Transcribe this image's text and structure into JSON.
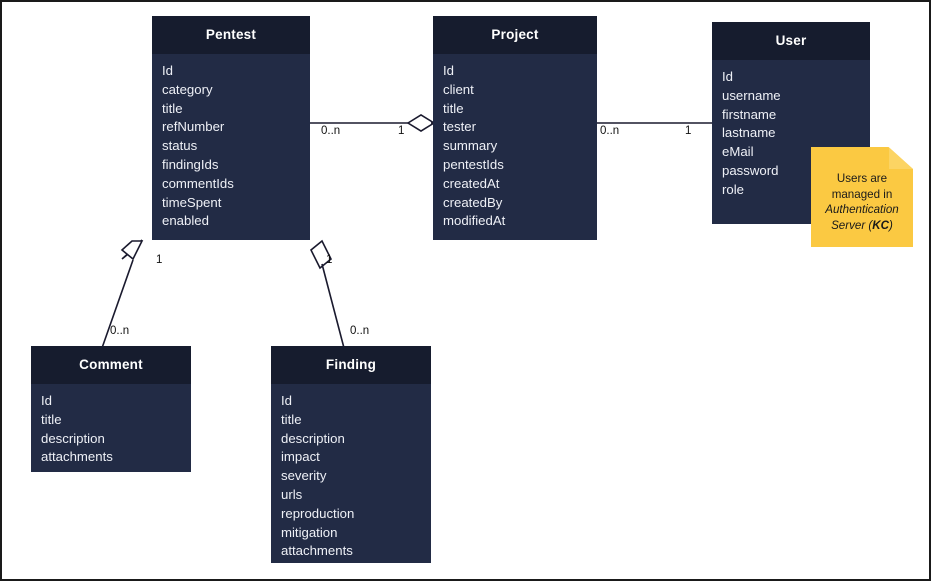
{
  "diagram": {
    "type": "uml-class-diagram",
    "background": "#ffffff",
    "border_color": "#1a1a1a",
    "class_header_color": "#161c2e",
    "class_body_color": "#222b45",
    "class_text_color": "#eef0f6",
    "note_color": "#fbc942",
    "edge_color": "#1a1a2e",
    "classes": [
      {
        "name": "Pentest",
        "attributes": [
          "Id",
          "category",
          "title",
          "refNumber",
          "status",
          "findingIds",
          "commentIds",
          "timeSpent",
          "enabled"
        ]
      },
      {
        "name": "Project",
        "attributes": [
          "Id",
          "client",
          "title",
          "tester",
          "summary",
          "pentestIds",
          "createdAt",
          "createdBy",
          "modifiedAt"
        ]
      },
      {
        "name": "User",
        "attributes": [
          "Id",
          "username",
          "firstname",
          "lastname",
          "eMail",
          "password",
          "role"
        ]
      },
      {
        "name": "Comment",
        "attributes": [
          "Id",
          "title",
          "description",
          "attachments"
        ]
      },
      {
        "name": "Finding",
        "attributes": [
          "Id",
          "title",
          "description",
          "impact",
          "severity",
          "urls",
          "reproduction",
          "mitigation",
          "attachments"
        ]
      }
    ],
    "relations": [
      {
        "id": "pentest-project",
        "from": "Pentest",
        "to": "Project",
        "kind": "aggregation",
        "from_multiplicity": "0..n",
        "to_multiplicity": "1"
      },
      {
        "id": "project-user",
        "from": "Project",
        "to": "User",
        "kind": "association",
        "from_multiplicity": "0..n",
        "to_multiplicity": "1"
      },
      {
        "id": "pentest-comment",
        "from": "Pentest",
        "to": "Comment",
        "kind": "aggregation",
        "from_multiplicity": "1",
        "to_multiplicity": "0..n"
      },
      {
        "id": "pentest-finding",
        "from": "Pentest",
        "to": "Finding",
        "kind": "aggregation",
        "from_multiplicity": "1",
        "to_multiplicity": "0..n"
      }
    ],
    "note": {
      "line1": "Users are",
      "line2": "managed in",
      "line3": "Authentication",
      "line4_prefix": "Server (",
      "line4_bold": "KC",
      "line4_suffix": ")"
    }
  }
}
